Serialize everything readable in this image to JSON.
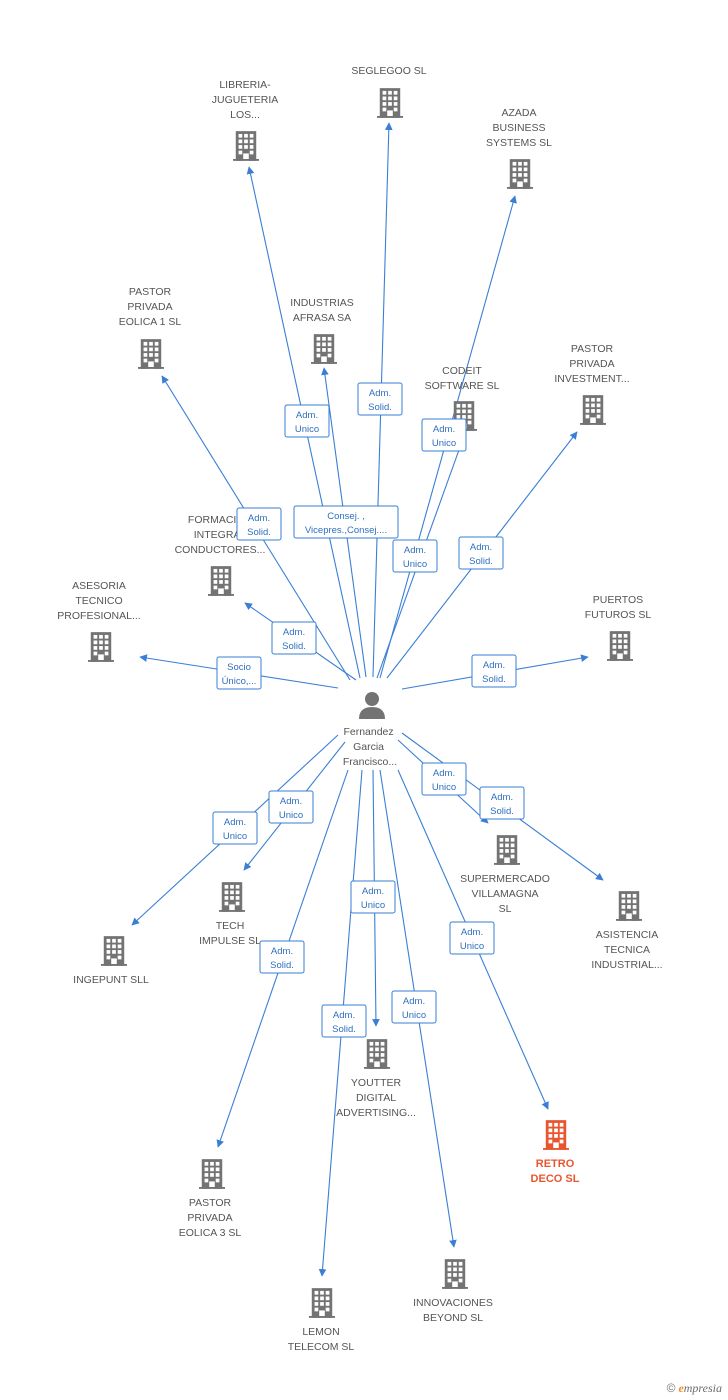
{
  "colors": {
    "edge": "#3a7fd5",
    "building": "#737373",
    "highlight": "#e8562f",
    "person": "#737373"
  },
  "center": {
    "name_lines": [
      "Fernandez",
      "Garcia",
      "Francisco..."
    ],
    "icon": "person-icon"
  },
  "nodes": [
    {
      "id": "libreria",
      "lines": [
        "LIBRERIA-",
        "JUGUETERIA",
        "LOS..."
      ],
      "icon": "building-icon"
    },
    {
      "id": "seglegoo",
      "lines": [
        "SEGLEGOO SL"
      ],
      "icon": "building-icon"
    },
    {
      "id": "azada",
      "lines": [
        "AZADA",
        "BUSINESS",
        "SYSTEMS SL"
      ],
      "icon": "building-icon"
    },
    {
      "id": "pastor1",
      "lines": [
        "PASTOR",
        "PRIVADA",
        "EOLICA 1 SL"
      ],
      "icon": "building-icon"
    },
    {
      "id": "afrasa",
      "lines": [
        "INDUSTRIAS",
        "AFRASA SA"
      ],
      "icon": "building-icon"
    },
    {
      "id": "codeit",
      "lines": [
        "CODEIT",
        "SOFTWARE  SL"
      ],
      "icon": "building-icon"
    },
    {
      "id": "investment",
      "lines": [
        "PASTOR",
        "PRIVADA",
        "INVESTMENT..."
      ],
      "icon": "building-icon"
    },
    {
      "id": "formacion",
      "lines": [
        "FORMACION",
        "INTEGRAL",
        "CONDUCTORES..."
      ],
      "icon": "building-icon"
    },
    {
      "id": "asesoria",
      "lines": [
        "ASESORIA",
        "TECNICO",
        "PROFESIONAL..."
      ],
      "icon": "building-icon"
    },
    {
      "id": "puertos",
      "lines": [
        "PUERTOS",
        "FUTUROS SL"
      ],
      "icon": "building-icon"
    },
    {
      "id": "supermercado",
      "lines": [
        "SUPERMERCADO",
        "VILLAMAGNA",
        "SL"
      ],
      "icon": "building-icon"
    },
    {
      "id": "asistencia",
      "lines": [
        "ASISTENCIA",
        "TECNICA",
        "INDUSTRIAL..."
      ],
      "icon": "building-icon"
    },
    {
      "id": "tech",
      "lines": [
        "TECH",
        "IMPULSE SL"
      ],
      "icon": "building-icon"
    },
    {
      "id": "ingepunt",
      "lines": [
        "INGEPUNT SLL"
      ],
      "icon": "building-icon"
    },
    {
      "id": "youtter",
      "lines": [
        "YOUTTER",
        "DIGITAL",
        "ADVERTISING..."
      ],
      "icon": "building-icon"
    },
    {
      "id": "retro",
      "lines": [
        "RETRO",
        "DECO SL"
      ],
      "icon": "building-icon",
      "highlight": true
    },
    {
      "id": "pastor3",
      "lines": [
        "PASTOR",
        "PRIVADA",
        "EOLICA 3 SL"
      ],
      "icon": "building-icon"
    },
    {
      "id": "innovaciones",
      "lines": [
        "INNOVACIONES",
        "BEYOND SL"
      ],
      "icon": "building-icon"
    },
    {
      "id": "lemon",
      "lines": [
        "LEMON",
        "TELECOM SL"
      ],
      "icon": "building-icon"
    }
  ],
  "edges": [
    {
      "to": "libreria",
      "badge": [
        "Adm.",
        "Unico"
      ]
    },
    {
      "to": "seglegoo",
      "badge": [
        "Adm.",
        "Solid."
      ]
    },
    {
      "to": "azada",
      "badge": [
        "Adm.",
        "Unico"
      ]
    },
    {
      "to": "pastor1",
      "badge": [
        "Adm.",
        "Solid."
      ]
    },
    {
      "to": "afrasa",
      "badge": [
        "Consej. ,",
        "Vicepres.,Consej...."
      ]
    },
    {
      "to": "codeit",
      "badge": [
        "Adm.",
        "Unico"
      ]
    },
    {
      "to": "investment",
      "badge": [
        "Adm.",
        "Solid."
      ]
    },
    {
      "to": "formacion",
      "badge": [
        "Adm.",
        "Solid."
      ]
    },
    {
      "to": "asesoria",
      "badge": [
        "Socio",
        "Único,..."
      ]
    },
    {
      "to": "puertos",
      "badge": [
        "Adm.",
        "Solid."
      ]
    },
    {
      "to": "supermercado",
      "badge": [
        "Adm.",
        "Unico"
      ]
    },
    {
      "to": "asistencia",
      "badge": [
        "Adm.",
        "Solid."
      ]
    },
    {
      "to": "tech",
      "badge": [
        "Adm.",
        "Unico"
      ]
    },
    {
      "to": "ingepunt",
      "badge": [
        "Adm.",
        "Unico"
      ]
    },
    {
      "to": "youtter",
      "badge": [
        "Adm.",
        "Unico"
      ]
    },
    {
      "to": "retro",
      "badge": [
        "Adm.",
        "Unico"
      ]
    },
    {
      "to": "pastor3",
      "badge": [
        "Adm.",
        "Solid."
      ]
    },
    {
      "to": "innovaciones",
      "badge": [
        "Adm.",
        "Unico"
      ]
    },
    {
      "to": "lemon",
      "badge": [
        "Adm.",
        "Solid."
      ]
    }
  ],
  "footer": {
    "copyright": "©",
    "brand_e": "e",
    "brand_rest": "mpresia"
  }
}
